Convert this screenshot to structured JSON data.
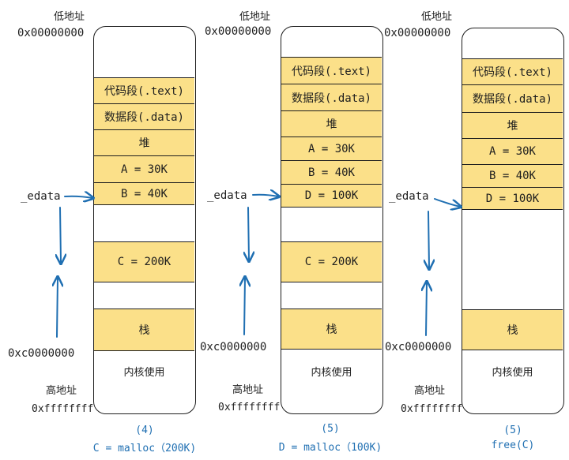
{
  "accent_color": "#1f6fb2",
  "segment_color": "#fbe089",
  "panels": [
    {
      "low_addr_label": "低地址",
      "low_addr_value": "0x00000000",
      "high_addr_label": "高地址",
      "high_addr_value": "0xffffffff",
      "kernel_start": "0xc0000000",
      "edata": "_edata",
      "segments": [
        "代码段(.text)",
        "数据段(.data)",
        "堆",
        "A = 30K",
        "B = 40K"
      ],
      "mmap_segment": "C = 200K",
      "stack": "栈",
      "kernel": "内核使用",
      "step": "(4)",
      "caption": "C = malloc（200K)"
    },
    {
      "low_addr_label": "低地址",
      "low_addr_value": "0x00000000",
      "high_addr_label": "高地址",
      "high_addr_value": "0xffffffff",
      "kernel_start": "0xc0000000",
      "edata": "_edata",
      "segments": [
        "代码段(.text)",
        "数据段(.data)",
        "堆",
        "A = 30K",
        "B = 40K",
        "D = 100K"
      ],
      "mmap_segment": "C = 200K",
      "stack": "栈",
      "kernel": "内核使用",
      "step": "(5)",
      "caption": "D = malloc（100K)"
    },
    {
      "low_addr_label": "低地址",
      "low_addr_value": "0x00000000",
      "high_addr_label": "高地址",
      "high_addr_value": "0xffffffff",
      "kernel_start": "0xc0000000",
      "edata": "_edata",
      "segments": [
        "代码段(.text)",
        "数据段(.data)",
        "堆",
        "A = 30K",
        "B = 40K",
        "D = 100K"
      ],
      "mmap_segment": "",
      "stack": "栈",
      "kernel": "内核使用",
      "step": "(5)",
      "caption": "free(C)"
    }
  ]
}
